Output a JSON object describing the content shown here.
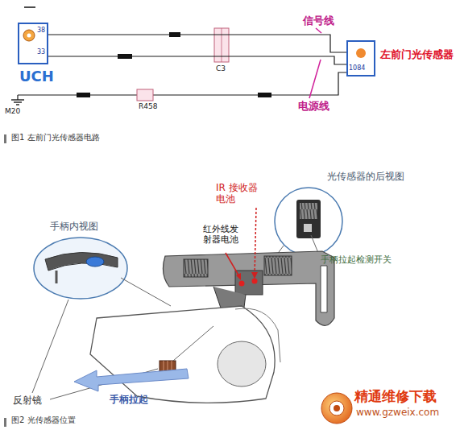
{
  "diagram": {
    "nodes": [
      {
        "text": [
          "UCH"
        ]
      },
      {
        "text": [
          "左前门光传感器"
        ]
      }
    ],
    "edges": [
      {
        "from": 0,
        "to": 1,
        "arrow": "none"
      },
      {
        "from": 0,
        "to": 1,
        "arrow": "none"
      }
    ],
    "labels": [
      "38",
      "33",
      "C3",
      "R458",
      "M20",
      "1084",
      "信号线",
      "电源线",
      "图1 左前门光传感器电路",
      "IR 接收器电池",
      "红外线发射器电池",
      "光传感器的后视图",
      "手柄内视图",
      "手柄拉起检测开关",
      "反射镜",
      "手柄拉起",
      "图2 光传感器位置",
      "精通维修下载",
      "www.gzweix.com"
    ]
  }
}
